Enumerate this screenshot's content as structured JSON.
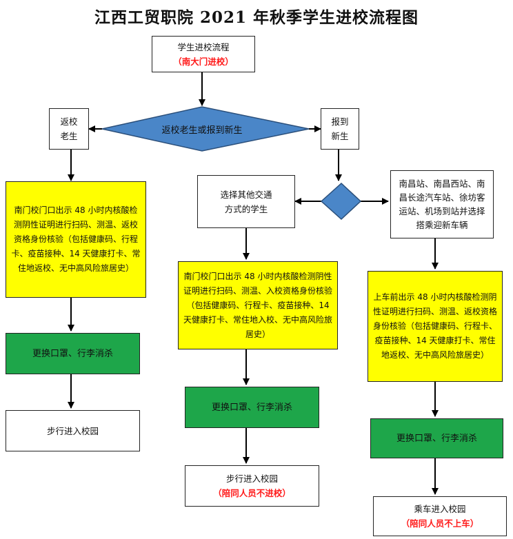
{
  "title": "江西工贸职院 2021 年秋季学生进校流程图",
  "nodes": {
    "start": {
      "line1": "学生进校流程",
      "note": "（南大门进校）"
    },
    "decision_main": {
      "label": "返校老生或报到新生"
    },
    "return_old": {
      "line1": "返校",
      "line2": "老生"
    },
    "new_student": {
      "line1": "报到",
      "line2": "新生"
    },
    "other_transport": {
      "line1": "选择其他交通",
      "line2": "方式的学生"
    },
    "station_pickup": {
      "text": "南昌站、南昌西站、南昌长途汽车站、徐坊客运站、机场到站并选择搭乘迎新车辆"
    },
    "check_left": {
      "text": "南门校门口出示 48 小时内核酸检测阴性证明进行扫码、测温、返校资格身份核验（包括健康码、行程卡、疫苗接种、14 天健康打卡、常住地返校、无中高风险旅居史）"
    },
    "check_mid": {
      "text": "南门校门口出示 48 小时内核酸检测阴性证明进行扫码、测温、入校资格身份核验（包括健康码、行程卡、疫苗接种、14 天健康打卡、常住地入校、无中高风险旅居史）"
    },
    "check_right": {
      "text": "上车前出示 48 小时内核酸检测阴性证明进行扫码、测温、返校资格身份核验（包括健康码、行程卡、疫苗接种、14 天健康打卡、常住地返校、无中高风险旅居史）"
    },
    "disinfect_left": {
      "text": "更换口罩、行李消杀"
    },
    "disinfect_mid": {
      "text": "更换口罩、行李消杀"
    },
    "disinfect_right": {
      "text": "更换口罩、行李消杀"
    },
    "walk_left": {
      "text": "步行进入校园"
    },
    "walk_mid": {
      "text": "步行进入校园",
      "note": "（陪同人员不进校）"
    },
    "bus_right": {
      "text": "乘车进入校园",
      "note": "（陪同人员不上车）"
    }
  },
  "colors": {
    "diamond": "#4a86c8",
    "check_box": "#ffff00",
    "disinfect_box": "#1ea64a",
    "note_red": "#ff1a1a"
  }
}
